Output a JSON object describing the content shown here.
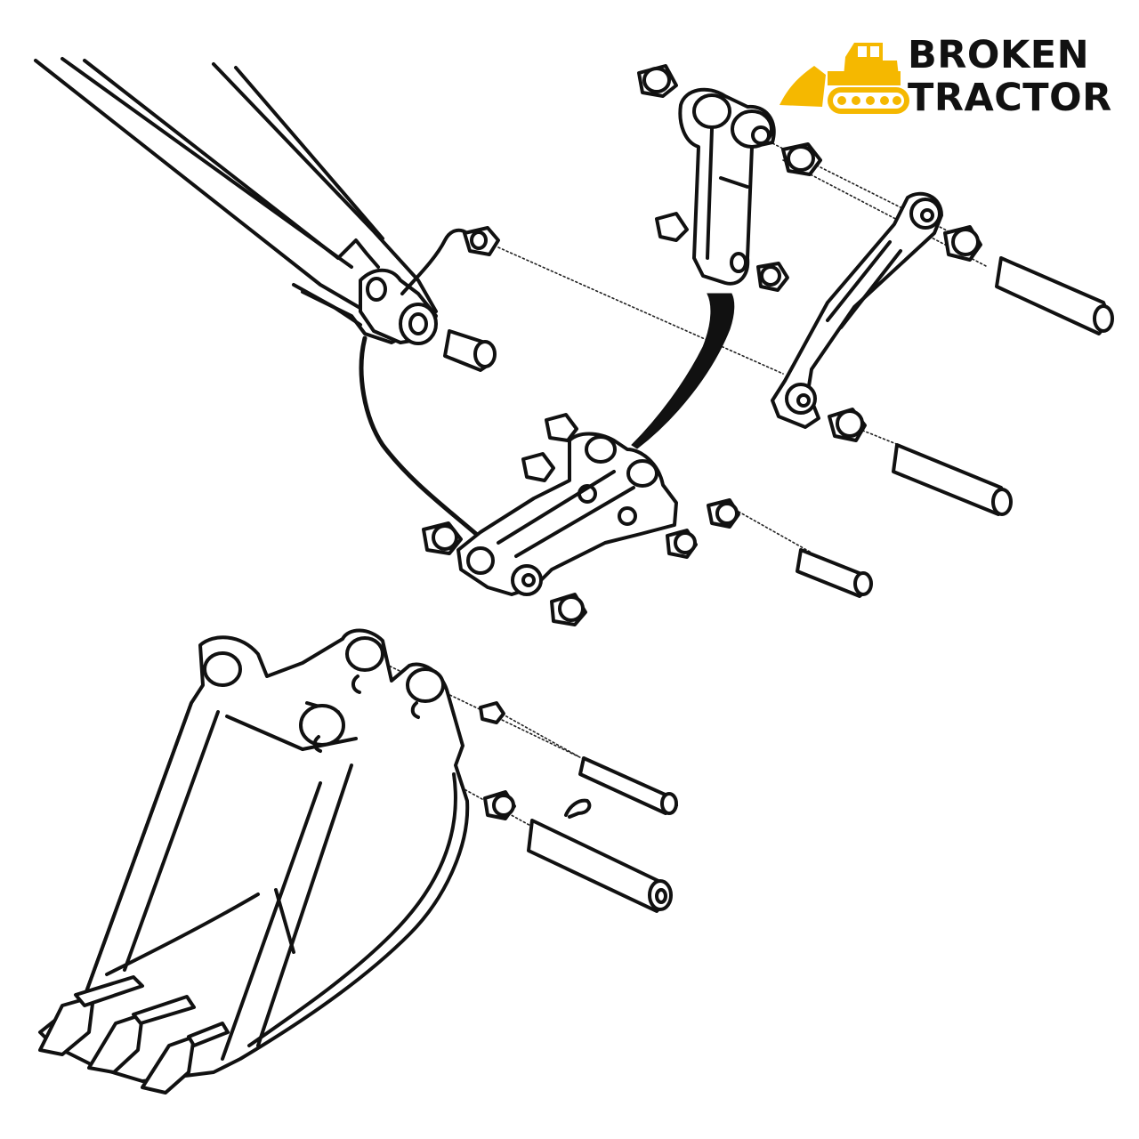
{
  "logo": {
    "line1": "BROKEN",
    "line2": "TRACTOR",
    "icon": "bulldozer-icon",
    "accent_color": "#f5b800",
    "text_color": "#111111"
  },
  "diagram": {
    "subject": "backhoe-bucket-linkage-exploded-view",
    "parts": [
      "dipper-stick",
      "upper-link",
      "tilt-link-arm",
      "main-link",
      "bucket",
      "pivot-pins",
      "bushings",
      "retaining-clip"
    ]
  }
}
